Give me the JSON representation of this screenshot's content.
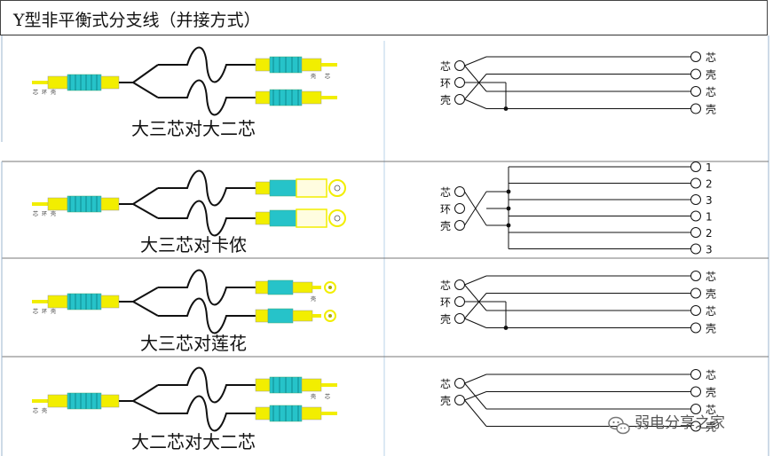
{
  "title": "Y型非平衡式分支线（并接方式）",
  "watermark": "弱电分享之家",
  "colors": {
    "plug_yellow": "#f2ee00",
    "plug_cyan": "#26c3c9",
    "cable": "#111111",
    "grid": "#b9d3ea"
  },
  "sections": [
    {
      "caption": "大三芯对大二芯",
      "source_tiny": [
        "芯",
        "环",
        "壳"
      ],
      "target_tiny": [
        "壳",
        "芯"
      ],
      "left_pins": [
        "芯",
        "环",
        "壳"
      ],
      "right_pins": [
        "芯",
        "壳",
        "芯",
        "壳"
      ]
    },
    {
      "caption": "大三芯对卡侬",
      "source_tiny": [
        "芯",
        "环",
        "壳"
      ],
      "target_tiny": [],
      "left_pins": [
        "芯",
        "环",
        "壳"
      ],
      "right_pins": [
        "1",
        "2",
        "3",
        "1",
        "2",
        "3"
      ]
    },
    {
      "caption": "大三芯对莲花",
      "source_tiny": [
        "芯",
        "环",
        "壳"
      ],
      "target_tiny": [
        "壳"
      ],
      "left_pins": [
        "芯",
        "环",
        "壳"
      ],
      "right_pins": [
        "芯",
        "壳",
        "芯",
        "壳"
      ]
    },
    {
      "caption": "大二芯对大二芯",
      "source_tiny": [
        "芯",
        "壳"
      ],
      "target_tiny": [
        "壳",
        "芯"
      ],
      "left_pins": [
        "芯",
        "壳"
      ],
      "right_pins": [
        "芯",
        "壳",
        "芯",
        "壳"
      ]
    }
  ]
}
